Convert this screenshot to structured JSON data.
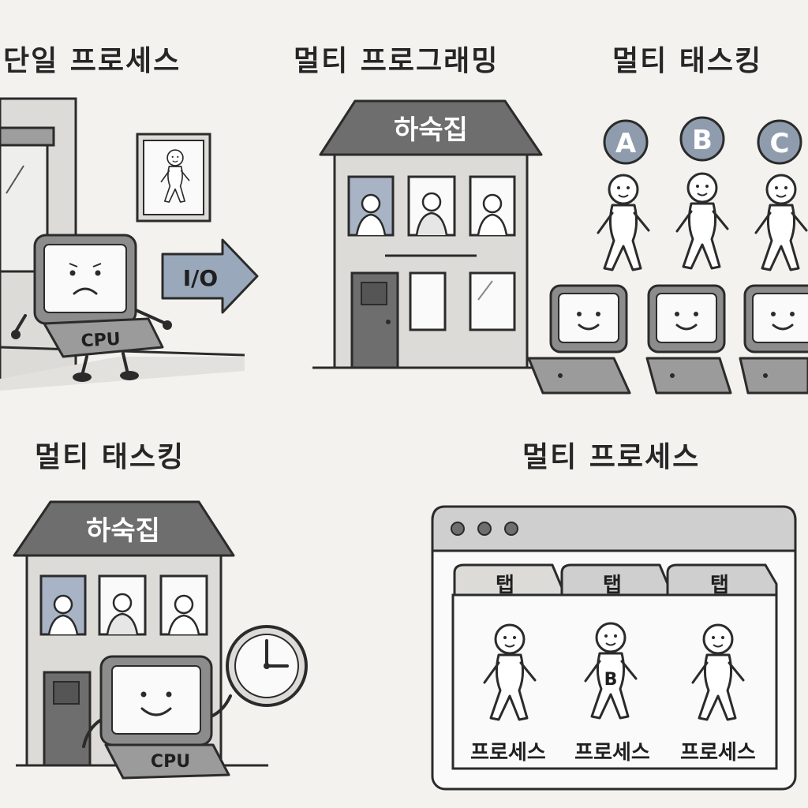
{
  "titles": {
    "single_process": "단일 프로세스",
    "multi_programming": "멀티 프로그래밍",
    "multi_tasking_top": "멀티 태스킹",
    "multi_tasking_bottom": "멀티 태스킹",
    "multi_process": "멀티 프로세스"
  },
  "single_process": {
    "cpu_label": "CPU",
    "io_label": "I/O"
  },
  "multi_programming": {
    "building_sign": "하숙집"
  },
  "multi_tasking_top": {
    "badges": [
      "A",
      "B",
      "C"
    ]
  },
  "multi_tasking_bottom": {
    "building_sign": "하숙집",
    "cpu_label": "CPU"
  },
  "multi_process": {
    "tabs": [
      "탭",
      "탭",
      "탭"
    ],
    "process_labels": [
      "프로세스",
      "프로세스",
      "프로세스"
    ],
    "figure_letter": "B"
  },
  "colors": {
    "background": "#f4f2ee",
    "outline": "#2b2b2b",
    "roof": "#6e6e6e",
    "wall": "#dcdbd8",
    "window_blue": "#a8b4c6",
    "badge": "#8f9cae",
    "arrow": "#9aa8bb"
  }
}
